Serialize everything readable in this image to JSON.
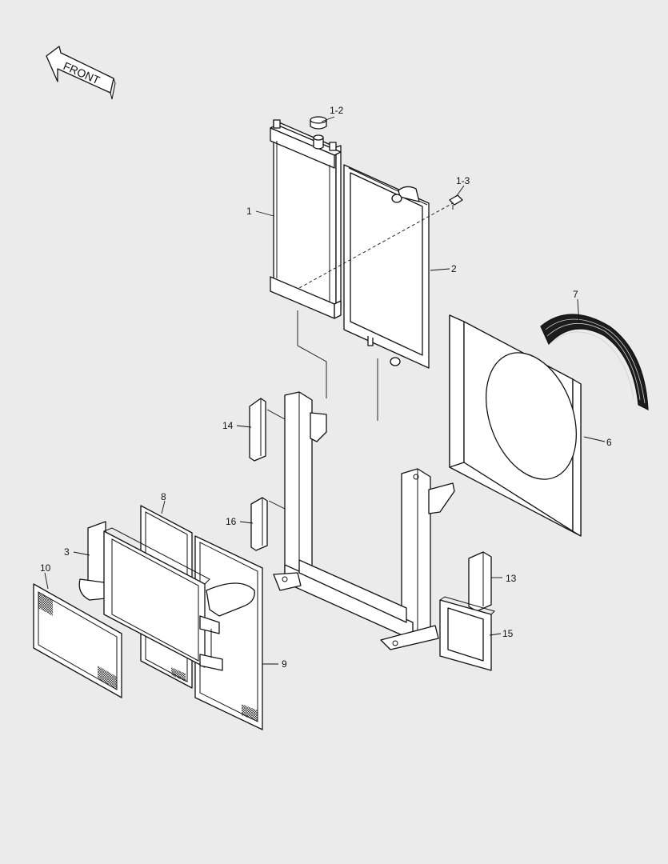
{
  "front_arrow": {
    "label": "FRONT"
  },
  "callouts": [
    {
      "id": "c1",
      "label": "1"
    },
    {
      "id": "c1_2",
      "label": "1-2"
    },
    {
      "id": "c1_3",
      "label": "1-3"
    },
    {
      "id": "c2",
      "label": "2"
    },
    {
      "id": "c3",
      "label": "3"
    },
    {
      "id": "c6",
      "label": "6"
    },
    {
      "id": "c7",
      "label": "7"
    },
    {
      "id": "c8",
      "label": "8"
    },
    {
      "id": "c9",
      "label": "9"
    },
    {
      "id": "c10",
      "label": "10"
    },
    {
      "id": "c13",
      "label": "13"
    },
    {
      "id": "c14",
      "label": "14"
    },
    {
      "id": "c15",
      "label": "15"
    },
    {
      "id": "c16",
      "label": "16"
    }
  ]
}
